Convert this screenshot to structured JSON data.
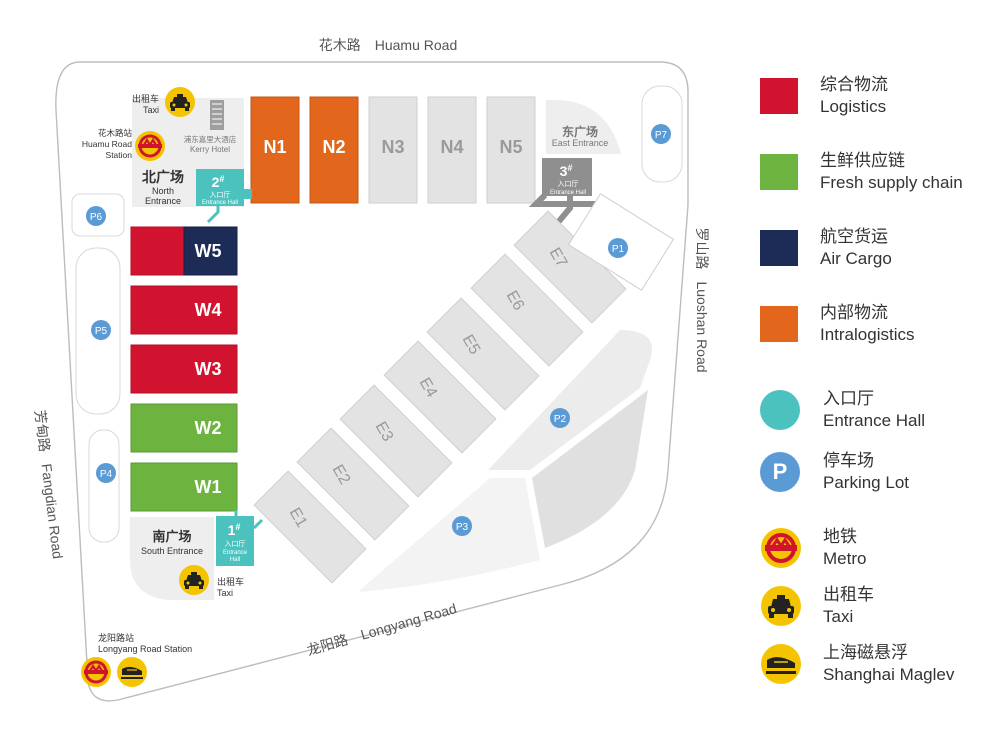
{
  "roads": {
    "north": {
      "cn": "花木路",
      "en": "Huamu Road"
    },
    "east": {
      "cn": "罗山路",
      "en": "Luoshan Road"
    },
    "south": {
      "cn": "龙阳路",
      "en": "Longyang Road"
    },
    "west": {
      "cn": "芳甸路",
      "en": "Fangdian Road"
    }
  },
  "halls": {
    "N1": "N1",
    "N2": "N2",
    "N3": "N3",
    "N4": "N4",
    "N5": "N5",
    "W1": "W1",
    "W2": "W2",
    "W3": "W3",
    "W4": "W4",
    "W5": "W5",
    "E1": "E1",
    "E2": "E2",
    "E3": "E3",
    "E4": "E4",
    "E5": "E5",
    "E6": "E6",
    "E7": "E7"
  },
  "plazas": {
    "north": {
      "cn": "北广场",
      "en1": "North",
      "en2": "Entrance"
    },
    "east": {
      "cn": "东广场",
      "en": "East Entrance"
    },
    "south": {
      "cn": "南广场",
      "en": "South Entrance"
    }
  },
  "entrance_halls": {
    "h1": {
      "num": "1",
      "sup": "#",
      "cn": "入口厅",
      "en1": "Entrance",
      "en2": "Hall"
    },
    "h2": {
      "num": "2",
      "sup": "#",
      "cn": "入口厅",
      "en": "Entrance Hall"
    },
    "h3": {
      "num": "3",
      "sup": "#",
      "cn": "入口厅",
      "en": "Entrance Hall"
    }
  },
  "parking": [
    "P1",
    "P2",
    "P3",
    "P4",
    "P5",
    "P6",
    "P7"
  ],
  "kerry_hotel": {
    "cn": "浦东嘉里大酒店",
    "en": "Kerry Hotel"
  },
  "huamu_station": {
    "cn": "花木路站",
    "en1": "Huamu Road",
    "en2": "Station"
  },
  "longyang_station": {
    "cn": "龙阳路站",
    "en": "Longyang Road Station"
  },
  "taxi_north": {
    "cn": "出租车",
    "en": "Taxi"
  },
  "taxi_south": {
    "cn": "出租车",
    "en": "Taxi"
  },
  "colors": {
    "logistics": "#d1132f",
    "fresh": "#6db33f",
    "air_cargo": "#1d2b57",
    "intralogistics": "#e2661b",
    "entrance": "#4cc2bf",
    "parking": "#5b9bd5",
    "metro": "#f5c400",
    "hall_grey": "#e3e3e3",
    "entrance_grey": "#8f8f8f"
  },
  "legend": [
    {
      "type": "swatch",
      "color": "logistics",
      "cn": "综合物流",
      "en": "Logistics"
    },
    {
      "type": "swatch",
      "color": "fresh",
      "cn": "生鲜供应链",
      "en": "Fresh supply chain"
    },
    {
      "type": "swatch",
      "color": "air_cargo",
      "cn": "航空货运",
      "en": "Air Cargo"
    },
    {
      "type": "swatch",
      "color": "intralogistics",
      "cn": "内部物流",
      "en": "Intralogistics"
    },
    {
      "type": "circle",
      "icon": "entrance-hall-icon",
      "cn": "入口厅",
      "en": "Entrance Hall"
    },
    {
      "type": "circle",
      "icon": "parking-icon",
      "label": "P",
      "cn": "停车场",
      "en": "Parking Lot"
    },
    {
      "type": "circle",
      "icon": "metro-icon",
      "cn": "地铁",
      "en": "Metro"
    },
    {
      "type": "circle",
      "icon": "taxi-icon",
      "cn": "出租车",
      "en": "Taxi"
    },
    {
      "type": "circle",
      "icon": "maglev-icon",
      "cn": "上海磁悬浮",
      "en": "Shanghai Maglev"
    }
  ]
}
